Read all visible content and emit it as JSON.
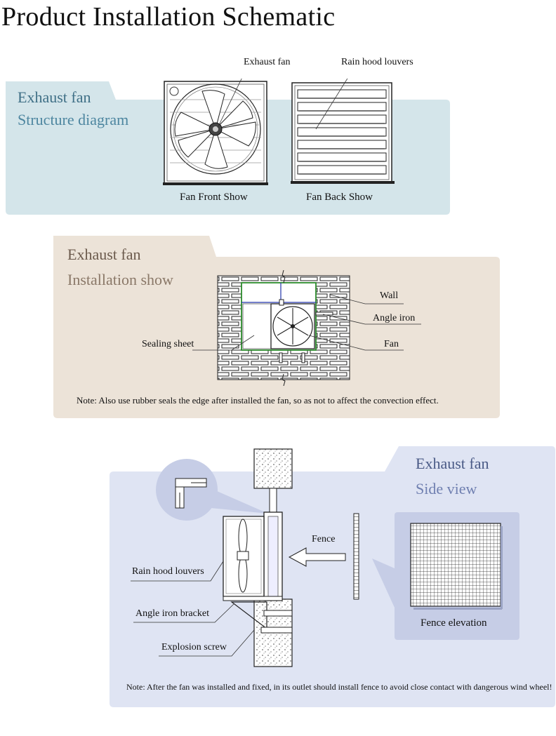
{
  "page": {
    "title": "Product Installation Schematic"
  },
  "structure": {
    "title": "Exhaust fan",
    "subtitle": "Structure diagram",
    "callout_fan": "Exhaust fan",
    "callout_louvers": "Rain hood louvers",
    "caption_front": "Fan Front Show",
    "caption_back": "Fan Back Show",
    "colors": {
      "panel": "#d4e5ea",
      "title": "#3f6f86",
      "subtitle": "#4d86a0"
    }
  },
  "installation": {
    "title": "Exhaust fan",
    "subtitle": "Installation show",
    "label_wall": "Wall",
    "label_angle_iron": "Angle iron",
    "label_fan": "Fan",
    "label_sealing_sheet": "Sealing sheet",
    "note": "Note: Also use rubber seals the edge after installed the fan, so as not to affect the convection effect.",
    "colors": {
      "panel": "#ece3d8",
      "title": "#6b5a4c",
      "subtitle": "#8a7868"
    }
  },
  "side_view": {
    "title": "Exhaust fan",
    "subtitle": "Side view",
    "label_fence": "Fence",
    "label_rain_hood": "Rain hood louvers",
    "label_angle_bracket": "Angle iron bracket",
    "label_explosion_screw": "Explosion screw",
    "label_fence_elevation": "Fence elevation",
    "note": "Note: After the fan was installed and fixed, in its outlet should  install fence to avoid close contact with dangerous wind wheel!",
    "colors": {
      "panel": "#dfe4f3",
      "inner_panel": "#c6cde6",
      "title": "#4a5a86",
      "subtitle": "#6f7fb0"
    }
  }
}
